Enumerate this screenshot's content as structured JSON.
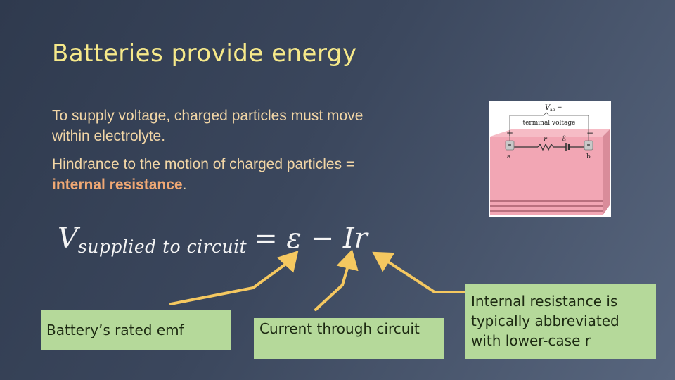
{
  "slide": {
    "title": "Batteries provide energy",
    "bullets": [
      {
        "text_before": "To supply voltage, charged particles must move within electrolyte.",
        "highlight": "",
        "text_after": ""
      },
      {
        "text_before": "Hindrance to the motion of charged particles = ",
        "highlight": "internal resistance",
        "text_after": "."
      }
    ],
    "equation": {
      "v": "V",
      "subscript": "supplied to circuit",
      "rest": "= ε − Ir"
    },
    "callouts": {
      "emf": "Battery’s rated emf",
      "current": "Current through circuit",
      "resistance": "Internal resistance is typically abbreviated with lower-case r"
    },
    "figure": {
      "vab_label": "V",
      "vab_sub": "ab",
      "vab_eq": "=",
      "terminal_label": "terminal voltage",
      "plus": "+",
      "minus": "−",
      "r_label": "r",
      "emf_label": "ℰ",
      "a_label": "a",
      "b_label": "b"
    },
    "colors": {
      "title": "#f6e98a",
      "body_text": "#f2d6a6",
      "highlight": "#f0a874",
      "callout_box": "#b5d99a",
      "arrow": "#f5c860",
      "battery": "#f2a6b4"
    }
  }
}
